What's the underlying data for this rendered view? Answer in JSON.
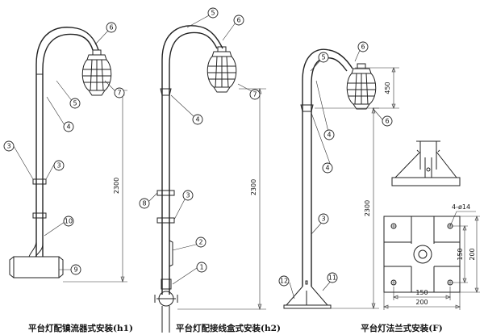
{
  "captions": {
    "left": "平台灯配镇流器式安装(h1)",
    "middle": "平台灯配接线盒式安装(h2)",
    "right": "平台灯法兰式安装(F)"
  },
  "dimensions": {
    "height_left": "2300",
    "height_middle": "2300",
    "height_right": "2300",
    "lamp_drop": "450",
    "hole_spec": "4-ø14",
    "plate_inner": "150",
    "plate_outer": "200",
    "plate_inner_v": "150",
    "plate_outer_v": "200"
  },
  "balloons": {
    "left": [
      "6",
      "5",
      "4",
      "7",
      "3",
      "3",
      "10",
      "9"
    ],
    "middle": [
      "5",
      "6",
      "4",
      "7",
      "8",
      "3",
      "2",
      "1"
    ],
    "right": [
      "5",
      "6",
      "4",
      "6",
      "4",
      "3",
      "12",
      "11"
    ]
  },
  "icons": [
    "explosion-proof-lamp-icon",
    "flange-base-icon",
    "mounting-plate-icon"
  ]
}
